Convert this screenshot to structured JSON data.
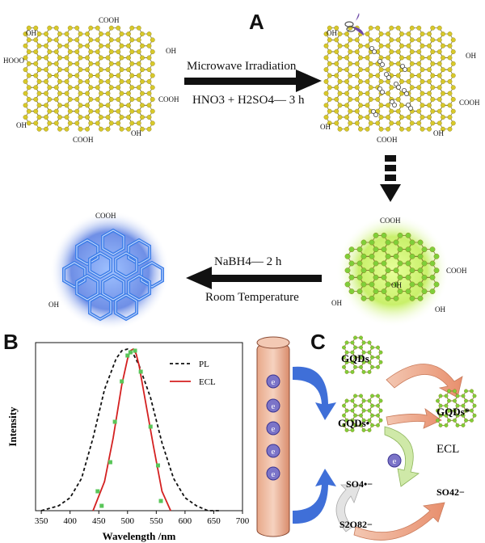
{
  "panels": {
    "a": "A",
    "b": "B",
    "c": "C"
  },
  "step1": {
    "top": "Microwave Irradiation",
    "bottom": "HNO3 + H2SO4— 3 h"
  },
  "step3": {
    "top": "NaBH4— 2 h",
    "bottom": "Room Temperature"
  },
  "groups": {
    "oh": "OH",
    "cooh": "COOH",
    "hooo": "HOOO"
  },
  "colors": {
    "yellow_sheet": "#d8c92a",
    "green_qd": "#7fcf3a",
    "blue_qd": "#3f7fe8",
    "pl": "#111111",
    "ecl": "#d42020",
    "scatter": "#59c659"
  },
  "chart_data": {
    "type": "line",
    "xlabel": "Wavelength /nm",
    "ylabel": "Intensity",
    "xlim": [
      340,
      700
    ],
    "xticks": [
      350,
      400,
      450,
      500,
      550,
      600,
      650,
      700
    ],
    "legend_position": "top-right",
    "series": [
      {
        "name": "PL",
        "style": "dashed",
        "x": [
          350,
          380,
          400,
          420,
          440,
          460,
          480,
          490,
          500,
          510,
          520,
          540,
          560,
          580,
          600,
          620,
          640,
          660
        ],
        "y": [
          0.0,
          0.03,
          0.08,
          0.2,
          0.45,
          0.75,
          0.94,
          0.99,
          1.0,
          0.97,
          0.9,
          0.7,
          0.42,
          0.2,
          0.08,
          0.03,
          0.0,
          0.0
        ]
      },
      {
        "name": "ECL",
        "style": "solid",
        "x": [
          440,
          460,
          475,
          490,
          500,
          505,
          510,
          515,
          520,
          530,
          545,
          560,
          575
        ],
        "y": [
          0.0,
          0.18,
          0.45,
          0.78,
          0.94,
          0.99,
          1.0,
          0.97,
          0.9,
          0.7,
          0.4,
          0.12,
          0.0
        ]
      }
    ],
    "scatter": {
      "x": [
        448,
        455,
        470,
        478,
        490,
        500,
        505,
        513,
        523,
        540,
        553,
        558
      ],
      "y": [
        0.12,
        0.03,
        0.3,
        0.55,
        0.8,
        0.96,
        0.98,
        0.99,
        0.86,
        0.52,
        0.28,
        0.06
      ]
    }
  },
  "mechanism": {
    "gqds": "GQDs",
    "gqds_dot": "GQDs•",
    "gqds_star": "GQDs*",
    "so4_rad": "SO4•−",
    "s2o8": "S2O82−",
    "so4": "SO42−",
    "ecl": "ECL",
    "electron": "e"
  }
}
